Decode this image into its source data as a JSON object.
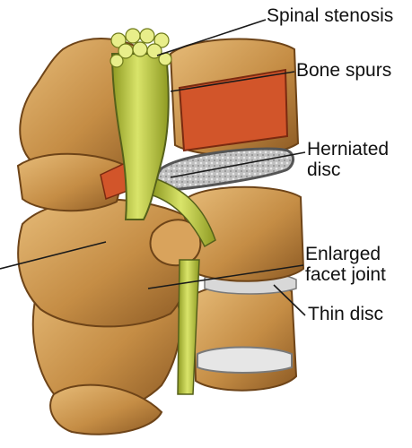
{
  "labels": {
    "spinal_stenosis": "Spinal stenosis",
    "bone_spurs": "Bone spurs",
    "herniated_disc_line1": "Herniated",
    "herniated_disc_line2": "disc",
    "enlarged_facet_line1": "Enlarged",
    "enlarged_facet_line2": "facet joint",
    "thin_disc": "Thin disc"
  },
  "colors": {
    "bone": "#c9944a",
    "bone_dark": "#8a5a22",
    "bone_light": "#e3b774",
    "nerve": "#b9c73a",
    "nerve_light": "#e4ec8c",
    "nerve_dark": "#6e7a1a",
    "marrow": "#d2552a",
    "disc_white": "#ececec",
    "disc_grey": "#9a9a9a",
    "leader_line": "#1a1a1a"
  }
}
